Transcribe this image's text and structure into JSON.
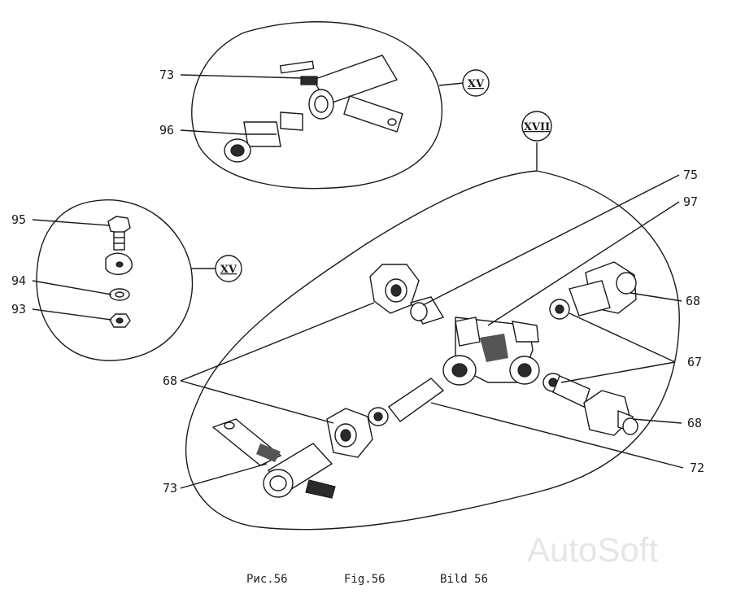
{
  "callouts": {
    "c73_top": "73",
    "c96": "96",
    "c95": "95",
    "c94": "94",
    "c93": "93",
    "c75": "75",
    "c97": "97",
    "c68_right_top": "68",
    "c67": "67",
    "c68_right_bottom": "68",
    "c72": "72",
    "c68_left": "68",
    "c73_bottom": "73"
  },
  "detail_marks": {
    "xv_top": "XV",
    "xv_left": "XV",
    "xvii": "XVII"
  },
  "caption": {
    "ru": "Рис.56",
    "en": "Fig.56",
    "de": "Bild 56"
  },
  "watermark": "AutoSoft"
}
